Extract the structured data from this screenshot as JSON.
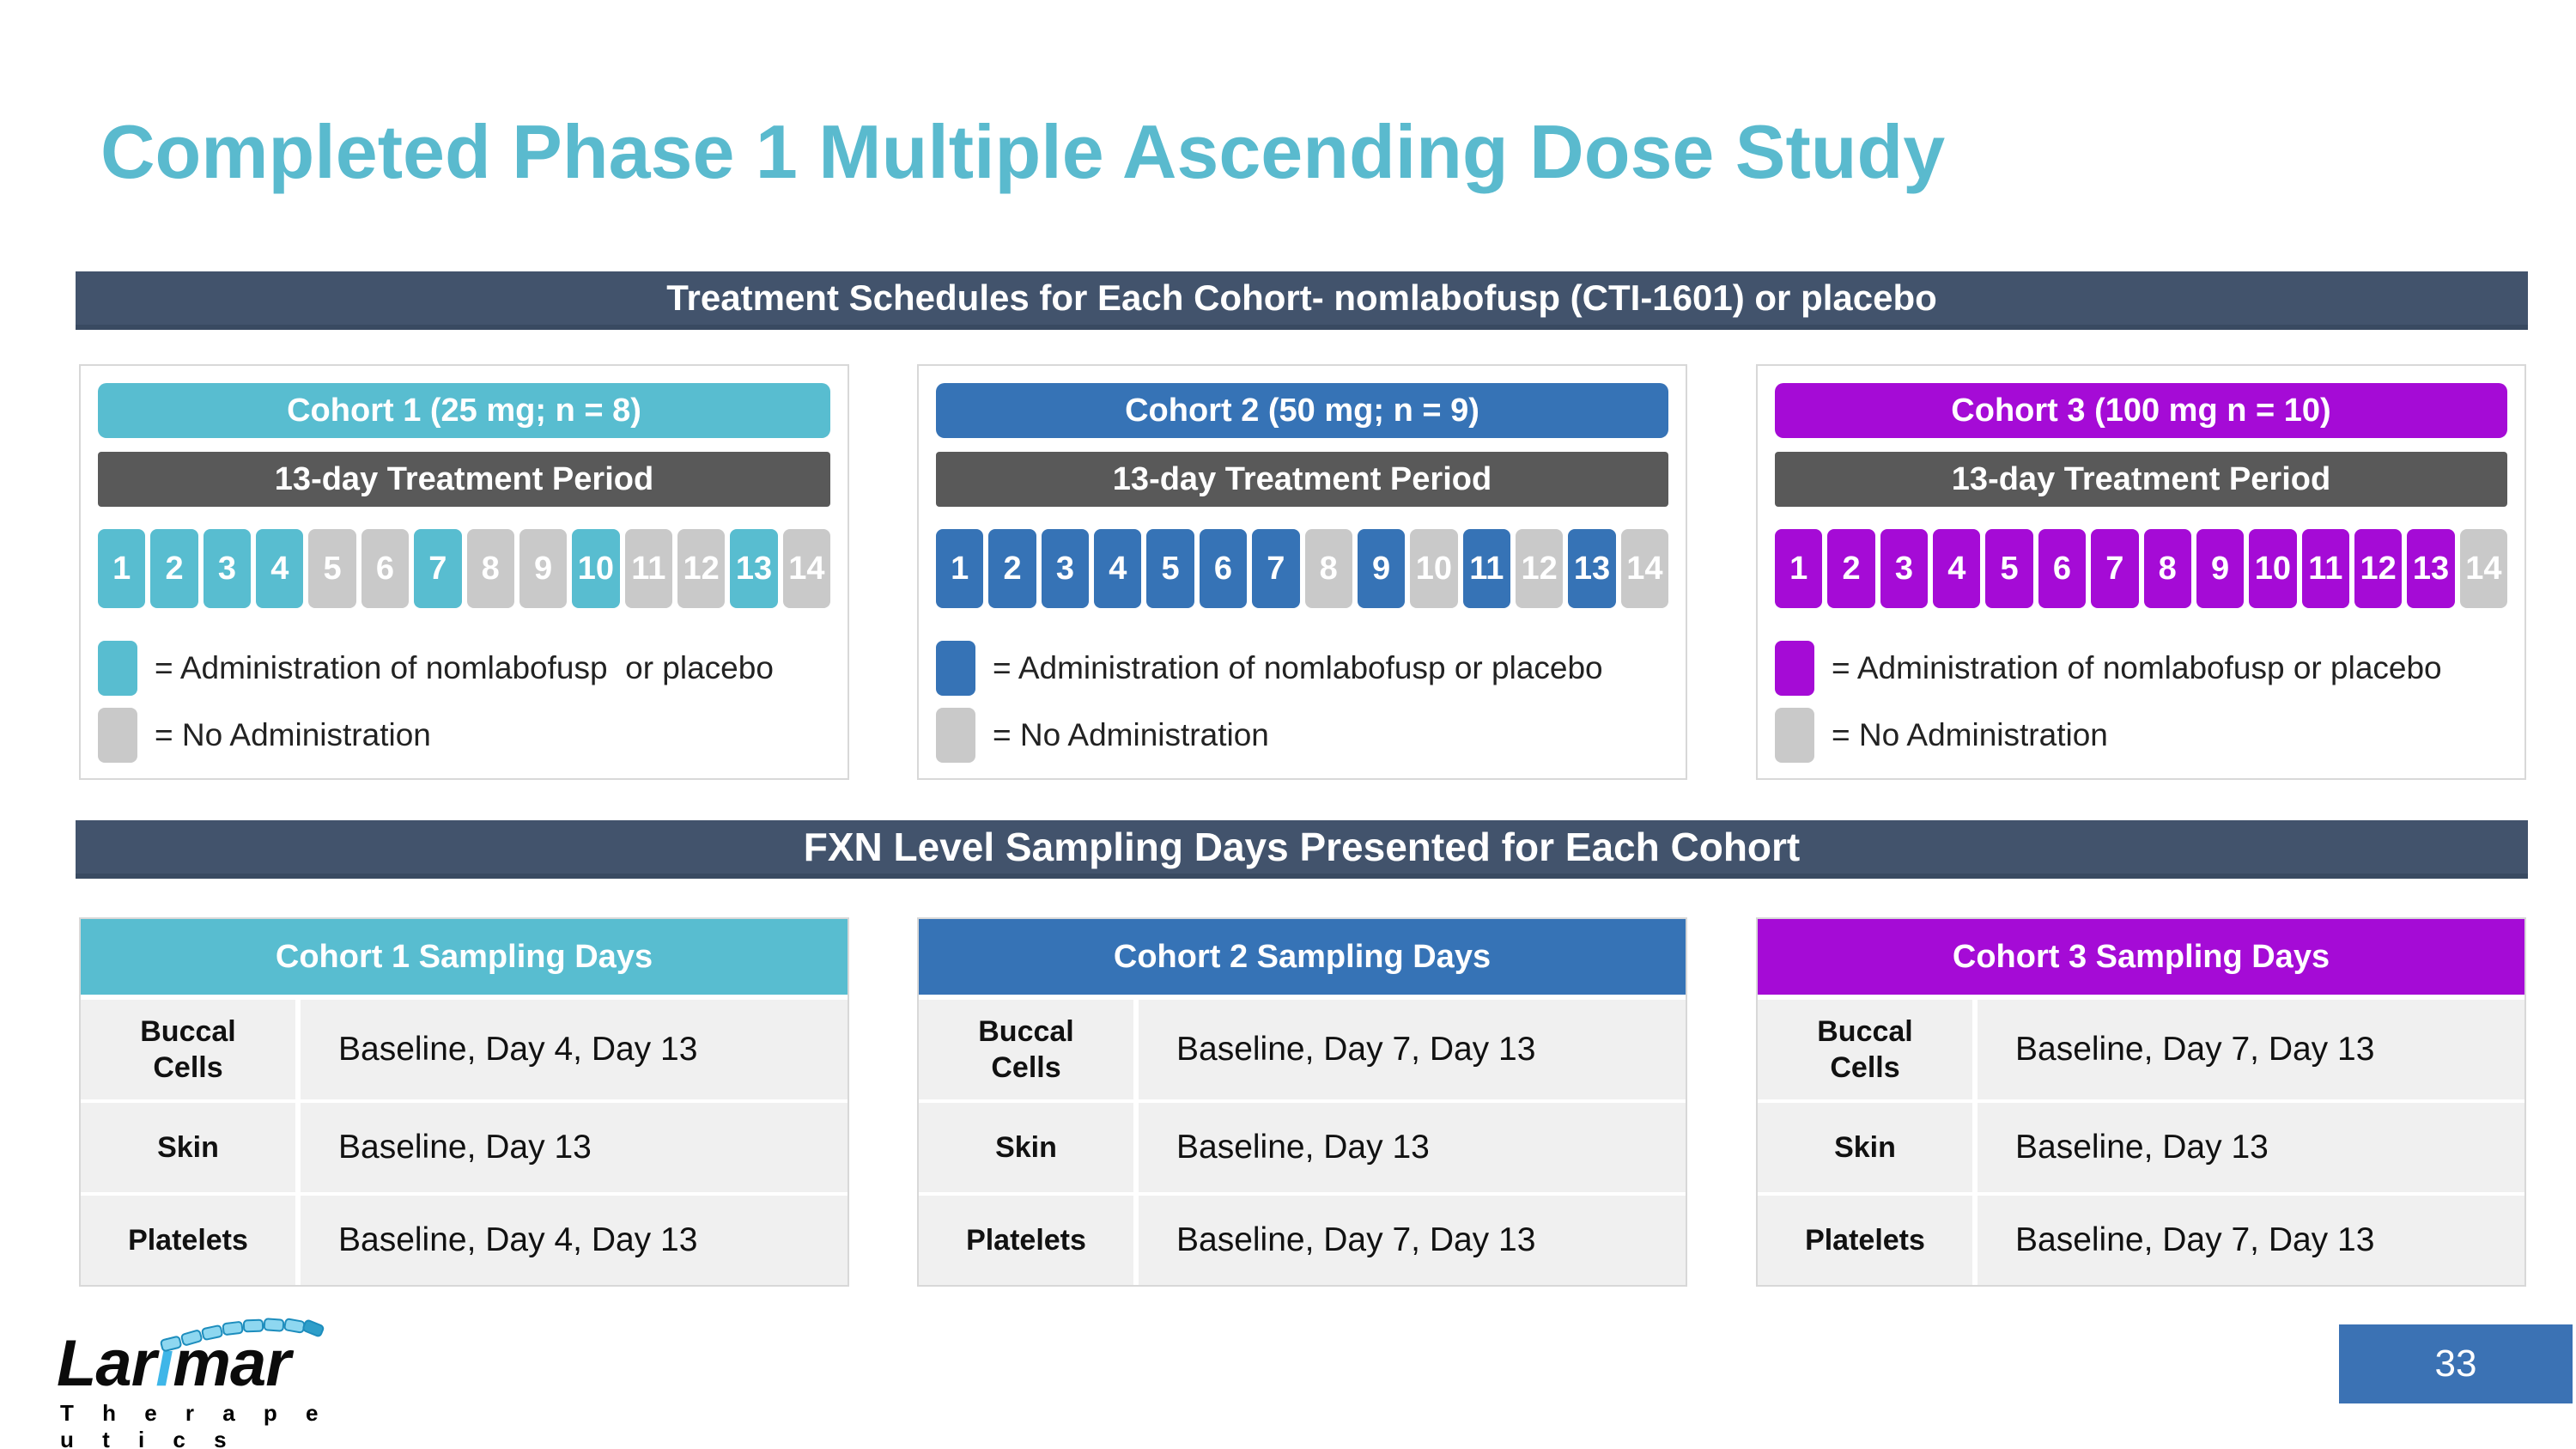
{
  "slide": {
    "title": "Completed Phase 1 Multiple Ascending Dose Study",
    "page_number": "33"
  },
  "banners": {
    "treatment": "Treatment Schedules for Each Cohort- nomlabofusp (CTI-1601) or placebo",
    "sampling": "FXN Level Sampling Days Presented for Each Cohort"
  },
  "colors": {
    "title_teal": "#5abace",
    "banner_bg": "#42536c",
    "teal": "#58bdd0",
    "blue": "#3673b6",
    "purple": "#a50bd6",
    "treatment_bar_gray": "#595959",
    "day_inactive": "#c9c9c9",
    "table_row_bg": "#f0f0f0",
    "page_box_blue": "#3b72b4",
    "logo_blue": "#3fb6e8"
  },
  "cohorts": [
    {
      "header": "Cohort 1 (25 mg; n = 8)",
      "treatment_period": "13-day Treatment Period",
      "accent": "#58bdd0",
      "days": [
        {
          "n": "1",
          "dosed": true
        },
        {
          "n": "2",
          "dosed": true
        },
        {
          "n": "3",
          "dosed": true
        },
        {
          "n": "4",
          "dosed": true
        },
        {
          "n": "5",
          "dosed": false
        },
        {
          "n": "6",
          "dosed": false
        },
        {
          "n": "7",
          "dosed": true
        },
        {
          "n": "8",
          "dosed": false
        },
        {
          "n": "9",
          "dosed": false
        },
        {
          "n": "10",
          "dosed": true
        },
        {
          "n": "11",
          "dosed": false
        },
        {
          "n": "12",
          "dosed": false
        },
        {
          "n": "13",
          "dosed": true
        },
        {
          "n": "14",
          "dosed": false
        }
      ],
      "legend_dose": "= Administration of nomlabofusp  or placebo",
      "legend_none": "= No Administration",
      "sampling_title": "Cohort 1 Sampling Days",
      "rows": [
        {
          "label": "Buccal\nCells",
          "value": "Baseline, Day 4, Day 13"
        },
        {
          "label": "Skin",
          "value": "Baseline, Day 13"
        },
        {
          "label": "Platelets",
          "value": "Baseline, Day 4, Day 13"
        }
      ]
    },
    {
      "header": "Cohort 2 (50 mg; n = 9)",
      "treatment_period": "13-day Treatment Period",
      "accent": "#3673b6",
      "days": [
        {
          "n": "1",
          "dosed": true
        },
        {
          "n": "2",
          "dosed": true
        },
        {
          "n": "3",
          "dosed": true
        },
        {
          "n": "4",
          "dosed": true
        },
        {
          "n": "5",
          "dosed": true
        },
        {
          "n": "6",
          "dosed": true
        },
        {
          "n": "7",
          "dosed": true
        },
        {
          "n": "8",
          "dosed": false
        },
        {
          "n": "9",
          "dosed": true
        },
        {
          "n": "10",
          "dosed": false
        },
        {
          "n": "11",
          "dosed": true
        },
        {
          "n": "12",
          "dosed": false
        },
        {
          "n": "13",
          "dosed": true
        },
        {
          "n": "14",
          "dosed": false
        }
      ],
      "legend_dose": "= Administration of nomlabofusp or placebo",
      "legend_none": "= No Administration",
      "sampling_title": "Cohort 2 Sampling Days",
      "rows": [
        {
          "label": "Buccal\nCells",
          "value": "Baseline, Day 7, Day 13"
        },
        {
          "label": "Skin",
          "value": "Baseline, Day 13"
        },
        {
          "label": "Platelets",
          "value": "Baseline, Day 7, Day 13"
        }
      ]
    },
    {
      "header": "Cohort 3 (100 mg n = 10)",
      "treatment_period": "13-day Treatment Period",
      "accent": "#a50bd6",
      "days": [
        {
          "n": "1",
          "dosed": true
        },
        {
          "n": "2",
          "dosed": true
        },
        {
          "n": "3",
          "dosed": true
        },
        {
          "n": "4",
          "dosed": true
        },
        {
          "n": "5",
          "dosed": true
        },
        {
          "n": "6",
          "dosed": true
        },
        {
          "n": "7",
          "dosed": true
        },
        {
          "n": "8",
          "dosed": true
        },
        {
          "n": "9",
          "dosed": true
        },
        {
          "n": "10",
          "dosed": true
        },
        {
          "n": "11",
          "dosed": true
        },
        {
          "n": "12",
          "dosed": true
        },
        {
          "n": "13",
          "dosed": true
        },
        {
          "n": "14",
          "dosed": false
        }
      ],
      "legend_dose": "= Administration of nomlabofusp or placebo",
      "legend_none": "= No Administration",
      "sampling_title": "Cohort 3 Sampling Days",
      "rows": [
        {
          "label": "Buccal\nCells",
          "value": "Baseline, Day 7, Day 13"
        },
        {
          "label": "Skin",
          "value": "Baseline, Day 13"
        },
        {
          "label": "Platelets",
          "value": "Baseline, Day 7, Day 13"
        }
      ]
    }
  ],
  "footer": {
    "logo_primary_a": "Lar",
    "logo_primary_i": "i",
    "logo_primary_b": "mar",
    "logo_secondary": "T h e r a p e u t i c s"
  }
}
